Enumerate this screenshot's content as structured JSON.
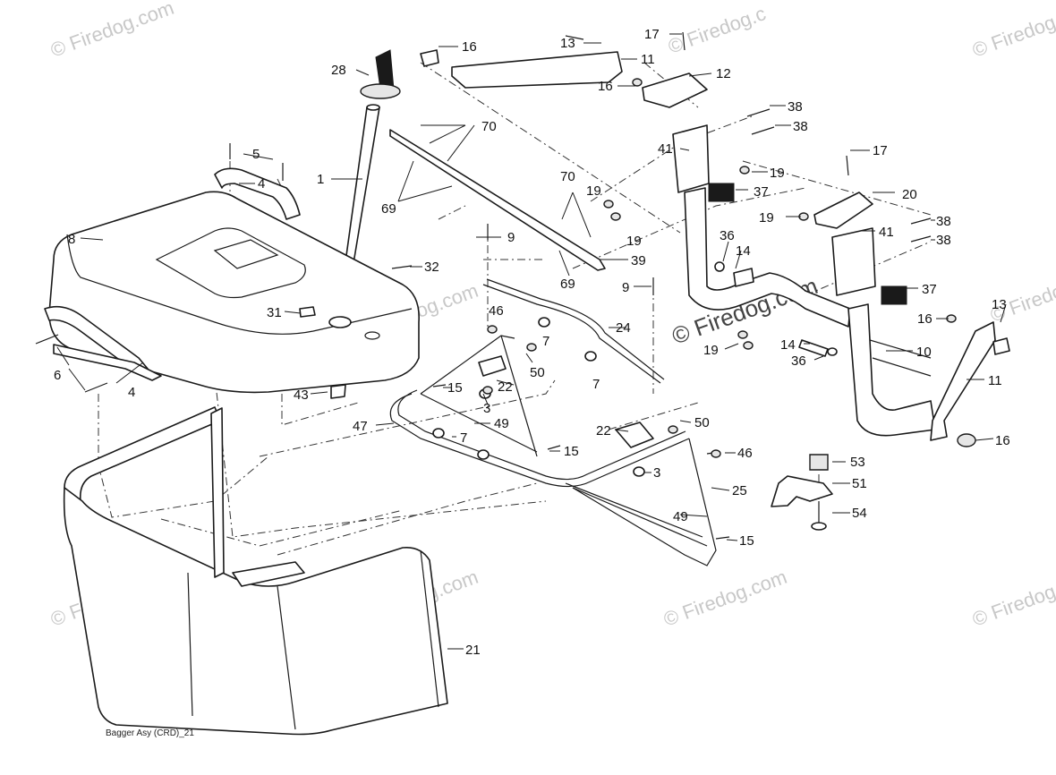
{
  "diagram": {
    "caption": "Bagger Asy (CRD)_21",
    "watermark_text": "© Firedog.com",
    "watermark_corner": "© Firedog.c",
    "watermark_edge": "© Firedog",
    "watermark_center": "© Firedog.com"
  },
  "callouts": [
    {
      "id": "c1",
      "label": "1"
    },
    {
      "id": "c3a",
      "label": "3"
    },
    {
      "id": "c3b",
      "label": "3"
    },
    {
      "id": "c4a",
      "label": "4"
    },
    {
      "id": "c4b",
      "label": "4"
    },
    {
      "id": "c5",
      "label": "5"
    },
    {
      "id": "c6",
      "label": "6"
    },
    {
      "id": "c7a",
      "label": "7"
    },
    {
      "id": "c7b",
      "label": "7"
    },
    {
      "id": "c7c",
      "label": "7"
    },
    {
      "id": "c8",
      "label": "8"
    },
    {
      "id": "c9a",
      "label": "9"
    },
    {
      "id": "c9b",
      "label": "9"
    },
    {
      "id": "c10",
      "label": "10"
    },
    {
      "id": "c11a",
      "label": "11"
    },
    {
      "id": "c11b",
      "label": "11"
    },
    {
      "id": "c12",
      "label": "12"
    },
    {
      "id": "c13a",
      "label": "13"
    },
    {
      "id": "c13b",
      "label": "13"
    },
    {
      "id": "c14a",
      "label": "14"
    },
    {
      "id": "c14b",
      "label": "14"
    },
    {
      "id": "c15a",
      "label": "15"
    },
    {
      "id": "c15b",
      "label": "15"
    },
    {
      "id": "c15c",
      "label": "15"
    },
    {
      "id": "c16a",
      "label": "16"
    },
    {
      "id": "c16b",
      "label": "16"
    },
    {
      "id": "c16c",
      "label": "16"
    },
    {
      "id": "c16d",
      "label": "16"
    },
    {
      "id": "c17a",
      "label": "17"
    },
    {
      "id": "c17b",
      "label": "17"
    },
    {
      "id": "c19a",
      "label": "19"
    },
    {
      "id": "c19b",
      "label": "19"
    },
    {
      "id": "c19c",
      "label": "19"
    },
    {
      "id": "c19d",
      "label": "19"
    },
    {
      "id": "c20",
      "label": "20"
    },
    {
      "id": "c21",
      "label": "21"
    },
    {
      "id": "c22a",
      "label": "22"
    },
    {
      "id": "c22b",
      "label": "22"
    },
    {
      "id": "c24",
      "label": "24"
    },
    {
      "id": "c25",
      "label": "25"
    },
    {
      "id": "c28",
      "label": "28"
    },
    {
      "id": "c31",
      "label": "31"
    },
    {
      "id": "c32",
      "label": "32"
    },
    {
      "id": "c36a",
      "label": "36"
    },
    {
      "id": "c36b",
      "label": "36"
    },
    {
      "id": "c37a",
      "label": "37"
    },
    {
      "id": "c37b",
      "label": "37"
    },
    {
      "id": "c38a",
      "label": "38"
    },
    {
      "id": "c38b",
      "label": "38"
    },
    {
      "id": "c38c",
      "label": "38"
    },
    {
      "id": "c38d",
      "label": "38"
    },
    {
      "id": "c39",
      "label": "39"
    },
    {
      "id": "c41a",
      "label": "41"
    },
    {
      "id": "c41b",
      "label": "41"
    },
    {
      "id": "c43",
      "label": "43"
    },
    {
      "id": "c46a",
      "label": "46"
    },
    {
      "id": "c46b",
      "label": "46"
    },
    {
      "id": "c47",
      "label": "47"
    },
    {
      "id": "c49a",
      "label": "49"
    },
    {
      "id": "c49b",
      "label": "49"
    },
    {
      "id": "c50a",
      "label": "50"
    },
    {
      "id": "c50b",
      "label": "50"
    },
    {
      "id": "c51",
      "label": "51"
    },
    {
      "id": "c53",
      "label": "53"
    },
    {
      "id": "c54",
      "label": "54"
    },
    {
      "id": "c69a",
      "label": "69"
    },
    {
      "id": "c69b",
      "label": "69"
    },
    {
      "id": "c70a",
      "label": "70"
    },
    {
      "id": "c70b",
      "label": "70"
    }
  ]
}
